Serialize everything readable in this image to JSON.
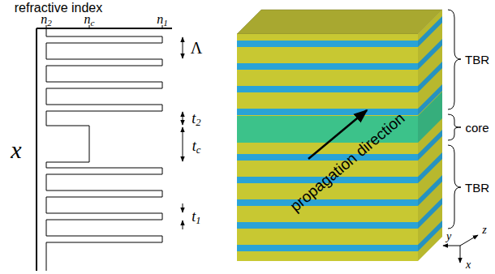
{
  "diagram": {
    "labels": [
      "refractive index",
      "n2",
      "nc",
      "n1",
      "Λ",
      "t2",
      "tc",
      "t1",
      "x",
      "TBR",
      "core",
      "TBR",
      "propagation direction",
      "y",
      "z",
      "x"
    ]
  }
}
